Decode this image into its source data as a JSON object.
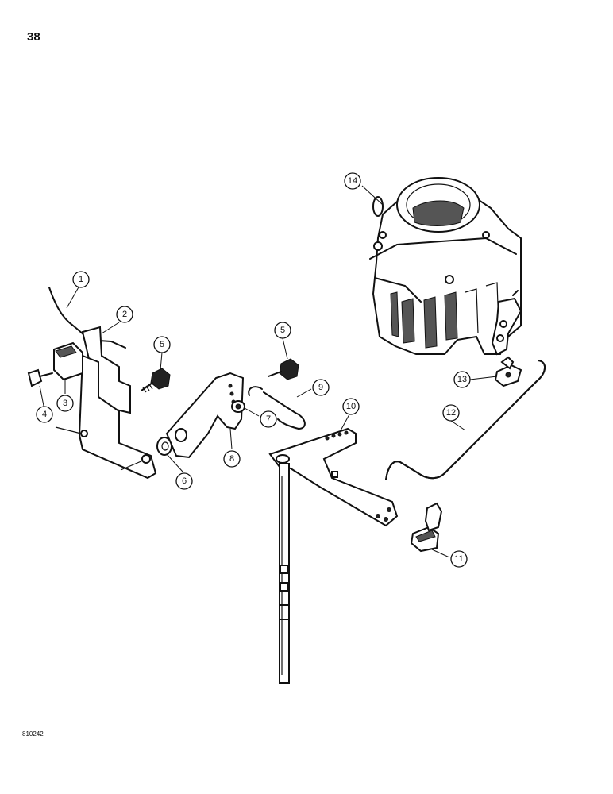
{
  "page_number": "38",
  "figure_code": "810242",
  "callouts": [
    {
      "id": "1",
      "label": "1"
    },
    {
      "id": "2",
      "label": "2"
    },
    {
      "id": "3",
      "label": "3"
    },
    {
      "id": "4",
      "label": "4"
    },
    {
      "id": "5a",
      "label": "5"
    },
    {
      "id": "5b",
      "label": "5"
    },
    {
      "id": "6",
      "label": "6"
    },
    {
      "id": "7",
      "label": "7"
    },
    {
      "id": "8",
      "label": "8"
    },
    {
      "id": "9",
      "label": "9"
    },
    {
      "id": "10",
      "label": "10"
    },
    {
      "id": "11",
      "label": "11"
    },
    {
      "id": "12",
      "label": "12"
    },
    {
      "id": "13",
      "label": "13"
    },
    {
      "id": "14",
      "label": "14"
    }
  ]
}
